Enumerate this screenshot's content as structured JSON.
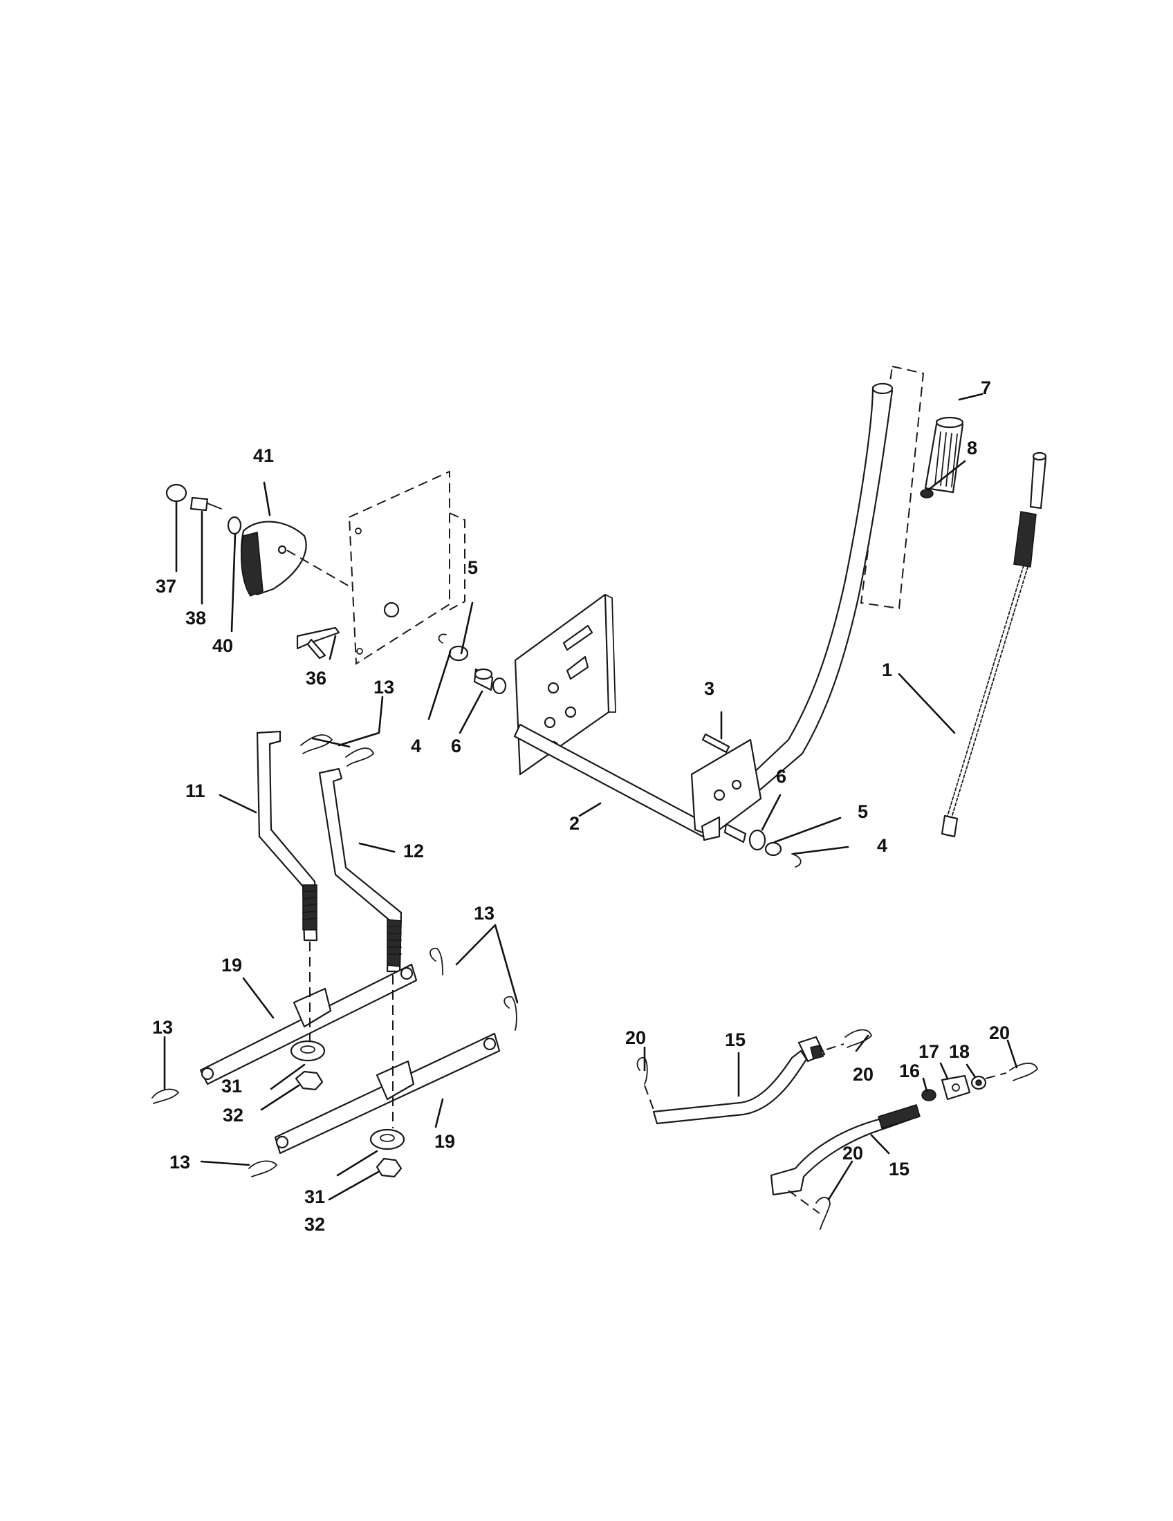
{
  "callouts": {
    "c1": "1",
    "c2": "2",
    "c3": "3",
    "c4a": "4",
    "c4b": "4",
    "c5a": "5",
    "c5b": "5",
    "c6a": "6",
    "c6b": "6",
    "c7": "7",
    "c8": "8",
    "c11": "11",
    "c12": "12",
    "c13a": "13",
    "c13b": "13",
    "c13c": "13",
    "c13d": "13",
    "c15a": "15",
    "c15b": "15",
    "c16": "16",
    "c17": "17",
    "c18": "18",
    "c19a": "19",
    "c19b": "19",
    "c20a": "20",
    "c20b": "20",
    "c20c": "20",
    "c20d": "20",
    "c31a": "31",
    "c31b": "31",
    "c32a": "32",
    "c32b": "32",
    "c36": "36",
    "c37": "37",
    "c38": "38",
    "c40": "40",
    "c41": "41"
  }
}
